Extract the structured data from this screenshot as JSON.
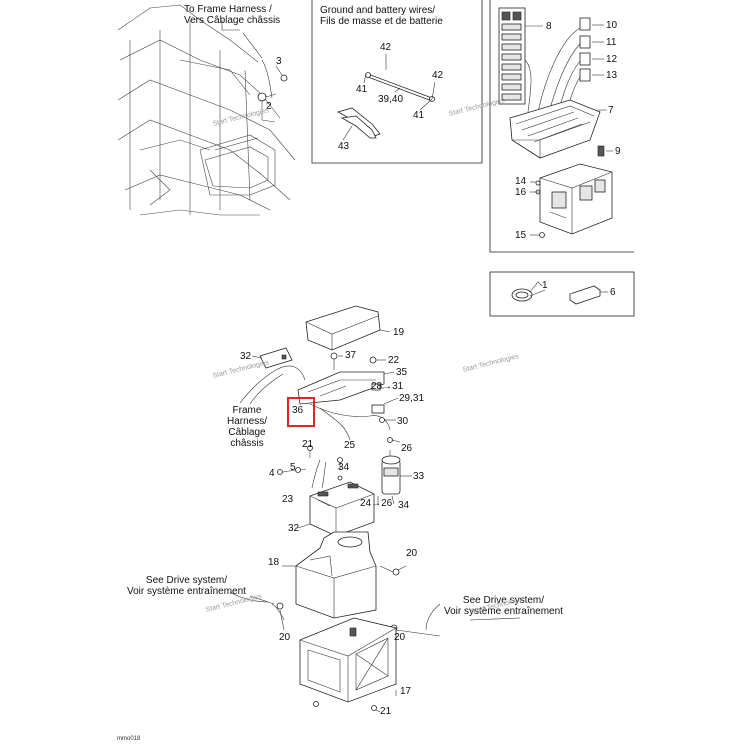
{
  "captions": {
    "frame_harness_top": [
      "To Frame Harness /",
      "Vers Câblage châssis"
    ],
    "ground_battery": [
      "Ground and battery wires/",
      "Fils de masse et de batterie"
    ],
    "frame_harness_mid": [
      "Frame",
      "Harness/",
      "Câblage",
      "châssis"
    ],
    "drive_left": [
      "See Drive system/",
      "Voir système entraînement"
    ],
    "drive_right": [
      "See Drive system/",
      "Voir système entraînement"
    ]
  },
  "part_numbers": {
    "p1": "1",
    "p2": "2",
    "p3": "3",
    "p4": "4",
    "p5": "5",
    "p6": "6",
    "p7": "7",
    "p8": "8",
    "p9": "9",
    "p10": "10",
    "p11": "11",
    "p12": "12",
    "p13": "13",
    "p14": "14",
    "p15": "15",
    "p16": "16",
    "p17": "17",
    "p18": "18",
    "p19": "19",
    "p20a": "20",
    "p20b": "20",
    "p20c": "20",
    "p21a": "21",
    "p21b": "21",
    "p22": "22",
    "p23": "23",
    "p24_26": "24",
    "p25": "25",
    "p26a": "26",
    "p26b": "26",
    "p28_31": "28",
    "p29_31": "29,31",
    "p30": "30",
    "p31a": "31",
    "p32a": "32",
    "p32b": "32",
    "p33": "33",
    "p34a": "34",
    "p34b": "34",
    "p35": "35",
    "p36": "36",
    "p37": "37",
    "p39_40": "39,40",
    "p41a": "41",
    "p41b": "41",
    "p42a": "42",
    "p42b": "42",
    "p43": "43"
  },
  "arrows": {
    "right_arrow": "→"
  },
  "highlighted_part": "36",
  "highlight_color": "#e0242a",
  "watermark": "Start Technologies",
  "drawing_id": "mmo018"
}
